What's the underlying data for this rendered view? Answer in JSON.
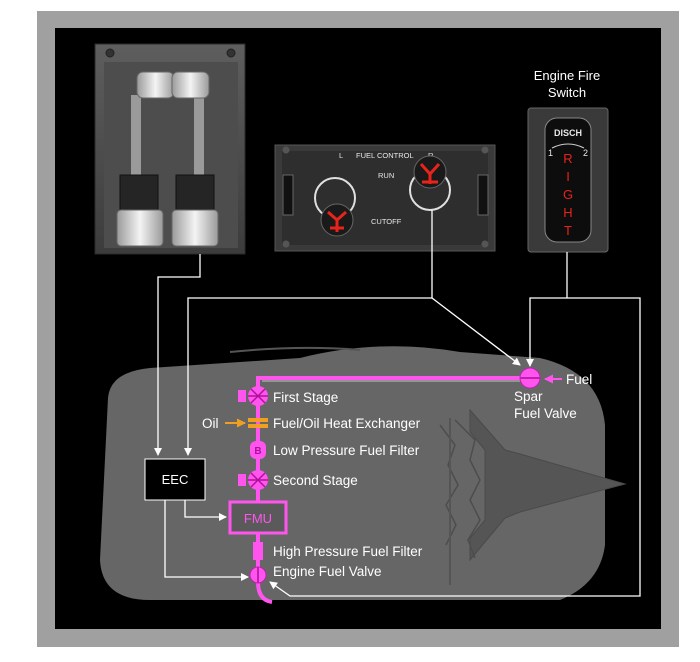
{
  "fire_switch": {
    "title_line1": "Engine Fire",
    "title_line2": "Switch",
    "disch": "DISCH",
    "pos1": "1",
    "pos2": "2",
    "letters": [
      "R",
      "I",
      "G",
      "H",
      "T"
    ],
    "letter_color": "#e8231b"
  },
  "fuel_control_panel": {
    "side": "L",
    "title": "FUEL CONTROL",
    "knob_label": "R",
    "run": "RUN",
    "cutoff": "CUTOFF"
  },
  "components": {
    "first_stage": "First Stage",
    "oil": "Oil",
    "heat_exchanger": "Fuel/Oil Heat Exchanger",
    "lp_filter": "Low Pressure Fuel Filter",
    "lp_filter_badge": "B",
    "second_stage": "Second Stage",
    "eec": "EEC",
    "fmu": "FMU",
    "hp_filter": "High Pressure Fuel Filter",
    "engine_fuel_valve": "Engine Fuel Valve",
    "spar_line1": "Spar",
    "spar_line2": "Fuel Valve",
    "fuel": "Fuel"
  },
  "colors": {
    "fuel_line": "#ff55ee",
    "oil_arrow": "#f0a020",
    "panel_bg": "#000000",
    "frame": "#a0a0a0",
    "engine_body": "#666666"
  }
}
